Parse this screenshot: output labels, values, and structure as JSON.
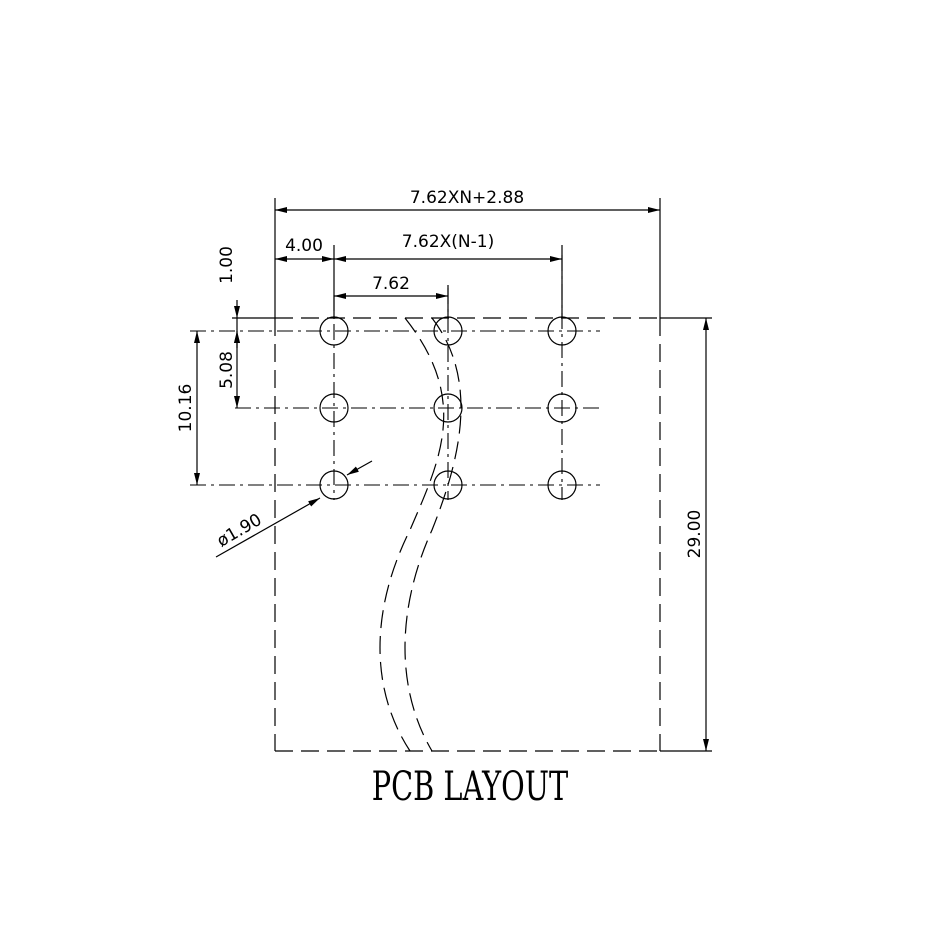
{
  "title": "PCB LAYOUT",
  "dimensions": {
    "overall_width": "7.62XN+2.88",
    "pitch_span": "7.62X(N-1)",
    "edge_offset": "4.00",
    "pitch": "7.62",
    "top_offset": "1.00",
    "row_pitch": "5.08",
    "row_span": "10.16",
    "hole_diameter": "ø1.90",
    "overall_height": "29.00"
  },
  "holes": {
    "columns": 3,
    "rows": 3
  }
}
